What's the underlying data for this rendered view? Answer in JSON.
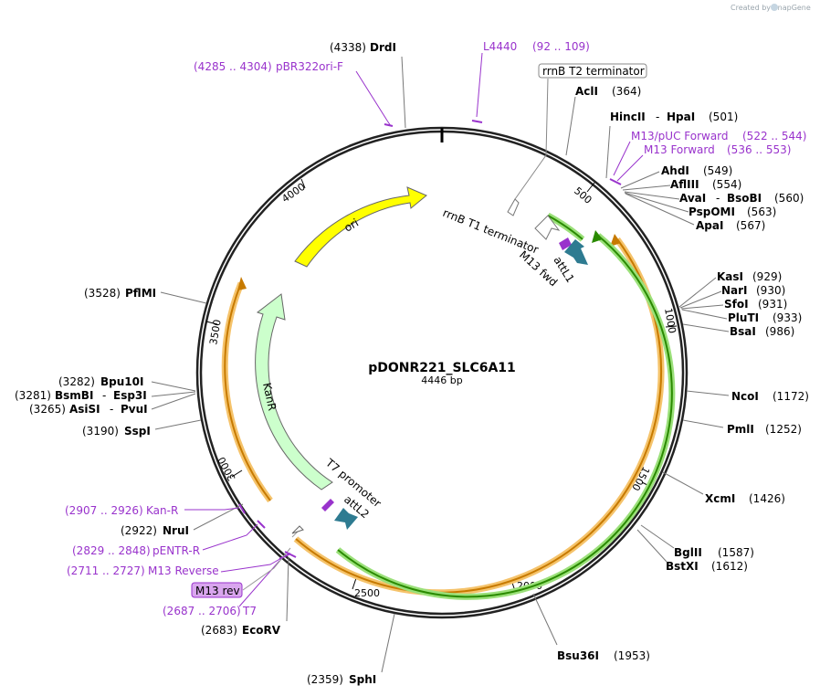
{
  "credit": "Created by SnapGene",
  "plasmid": {
    "name": "pDONR221_SLC6A11",
    "size": "4446 bp"
  },
  "ticks": [
    "500",
    "1000",
    "1500",
    "2000",
    "2500",
    "3000",
    "3500",
    "4000"
  ],
  "sites": [
    {
      "name": "DrdI",
      "pos": "(4338)"
    },
    {
      "name": "AclI",
      "pos": "(364)"
    },
    {
      "name": "HincII",
      "name2": "HpaI",
      "pos": "(501)"
    },
    {
      "name": "AhdI",
      "pos": "(549)"
    },
    {
      "name": "AflIII",
      "pos": "(554)"
    },
    {
      "name": "AvaI",
      "name2": "BsoBI",
      "pos": "(560)"
    },
    {
      "name": "PspOMI",
      "pos": "(563)"
    },
    {
      "name": "ApaI",
      "pos": "(567)"
    },
    {
      "name": "KasI",
      "pos": "(929)"
    },
    {
      "name": "NarI",
      "pos": "(930)"
    },
    {
      "name": "SfoI",
      "pos": "(931)"
    },
    {
      "name": "PluTI",
      "pos": "(933)"
    },
    {
      "name": "BsaI",
      "pos": "(986)"
    },
    {
      "name": "NcoI",
      "pos": "(1172)"
    },
    {
      "name": "PmlI",
      "pos": "(1252)"
    },
    {
      "name": "XcmI",
      "pos": "(1426)"
    },
    {
      "name": "BglII",
      "pos": "(1587)"
    },
    {
      "name": "BstXI",
      "pos": "(1612)"
    },
    {
      "name": "Bsu36I",
      "pos": "(1953)"
    },
    {
      "name": "SphI",
      "pos": "(2359)"
    },
    {
      "name": "EcoRV",
      "pos": "(2683)"
    },
    {
      "name": "NruI",
      "pos": "(2922)"
    },
    {
      "name": "SspI",
      "pos": "(3190)"
    },
    {
      "name": "AsiSI",
      "name2": "PvuI",
      "pos": "(3265)"
    },
    {
      "name": "BsmBI",
      "name2": "Esp3I",
      "pos": "(3281)"
    },
    {
      "name": "Bpu10I",
      "pos": "(3282)"
    },
    {
      "name": "PflMI",
      "pos": "(3528)"
    }
  ],
  "primers": [
    {
      "name": "pBR322ori-F",
      "range": "(4285 .. 4304)"
    },
    {
      "name": "L4440",
      "range": "(92 .. 109)"
    },
    {
      "name": "M13/pUC Forward",
      "range": "(522 .. 544)"
    },
    {
      "name": "M13 Forward",
      "range": "(536 .. 553)"
    },
    {
      "name": "Kan-R",
      "range": "(2907 .. 2926)"
    },
    {
      "name": "pENTR-R",
      "range": "(2829 .. 2848)"
    },
    {
      "name": "M13 Reverse",
      "range": "(2711 .. 2727)"
    },
    {
      "name": "T7",
      "range": "(2687 .. 2706)"
    }
  ],
  "features": {
    "rrnb_t2": "rrnB T2 terminator",
    "rrnb_t1": "rrnB T1 terminator",
    "m13_fwd": "M13 fwd",
    "attl1": "attL1",
    "ori": "ori",
    "kanr": "KanR",
    "t7_promoter": "T7 promoter",
    "attl2": "attL2",
    "m13_rev": "M13 rev"
  },
  "colors": {
    "backbone": "#222222",
    "ori": "#ffff00",
    "kanr": "#ccffcc",
    "insert_orange": "#f5c36b",
    "insert_green": "#9be07a",
    "attl": "#2e7b91",
    "primer": "#9933cc",
    "primer_fill": "#d9a6ee"
  }
}
